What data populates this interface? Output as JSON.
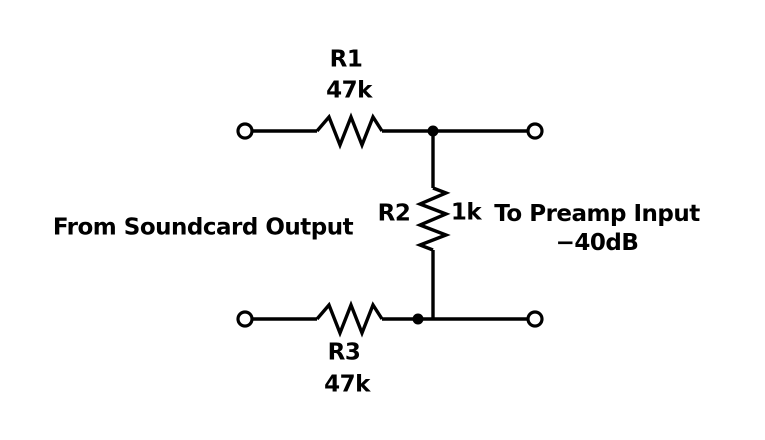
{
  "diagram": {
    "kind": "schematic",
    "background_color": "#ffffff",
    "line_color": "#000000",
    "components": [
      {
        "ref": "R1",
        "value": "47k"
      },
      {
        "ref": "R2",
        "value": "1k"
      },
      {
        "ref": "R3",
        "value": "47k"
      }
    ],
    "captions": {
      "input": "From Soundcard Output",
      "output": "To Preamp Input",
      "attenuation": "−40dB"
    }
  }
}
